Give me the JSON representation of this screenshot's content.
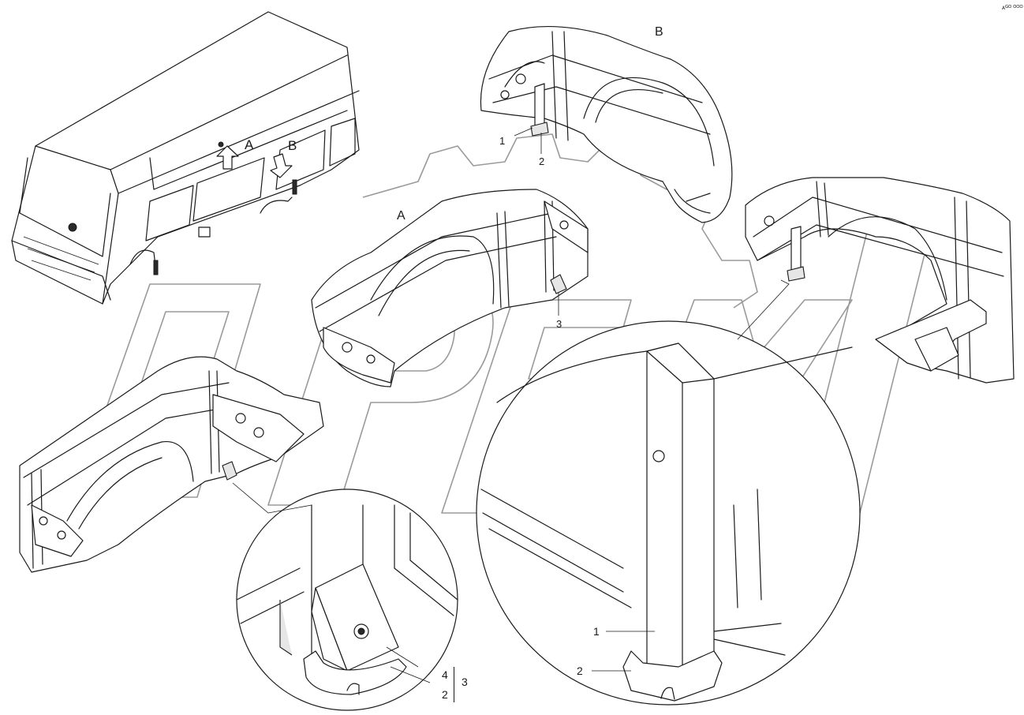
{
  "diagram": {
    "corner_code": "ᴀᴳᴼ ᴼᴼᴼ",
    "watermark_text": "OPEX",
    "view_marks": {
      "a": "A",
      "b": "B"
    },
    "detail_titles": {
      "a": "A",
      "b": "B"
    },
    "callouts": {
      "b_1": "1",
      "b_2": "2",
      "a_3": "3",
      "zoom_left_4": "4",
      "zoom_left_2": "2",
      "zoom_left_3": "3",
      "zoom_right_1": "1",
      "zoom_right_2": "2"
    }
  }
}
